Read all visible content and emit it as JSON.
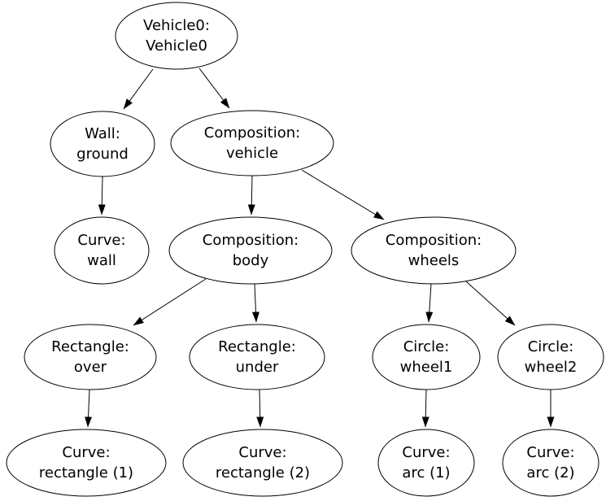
{
  "diagram": {
    "type": "graphviz-tree",
    "background_color": "#ffffff",
    "node_fill_color": "#ffffff",
    "node_stroke_color": "#000000",
    "edge_color": "#000000",
    "text_color": "#000000",
    "nodes": [
      {
        "id": "vehicle0",
        "type": "Vehicle0",
        "name": "Vehicle0",
        "line1": "Vehicle0:",
        "line2": "Vehicle0"
      },
      {
        "id": "wall-ground",
        "type": "Wall",
        "name": "ground",
        "line1": "Wall:",
        "line2": "ground"
      },
      {
        "id": "composition-vehicle",
        "type": "Composition",
        "name": "vehicle",
        "line1": "Composition:",
        "line2": "vehicle"
      },
      {
        "id": "curve-wall",
        "type": "Curve",
        "name": "wall",
        "line1": "Curve:",
        "line2": "wall"
      },
      {
        "id": "composition-body",
        "type": "Composition",
        "name": "body",
        "line1": "Composition:",
        "line2": "body"
      },
      {
        "id": "composition-wheels",
        "type": "Composition",
        "name": "wheels",
        "line1": "Composition:",
        "line2": "wheels"
      },
      {
        "id": "rectangle-over",
        "type": "Rectangle",
        "name": "over",
        "line1": "Rectangle:",
        "line2": "over"
      },
      {
        "id": "rectangle-under",
        "type": "Rectangle",
        "name": "under",
        "line1": "Rectangle:",
        "line2": "under"
      },
      {
        "id": "circle-wheel1",
        "type": "Circle",
        "name": "wheel1",
        "line1": "Circle:",
        "line2": "wheel1"
      },
      {
        "id": "circle-wheel2",
        "type": "Circle",
        "name": "wheel2",
        "line1": "Circle:",
        "line2": "wheel2"
      },
      {
        "id": "curve-rectangle-1",
        "type": "Curve",
        "name": "rectangle (1)",
        "line1": "Curve:",
        "line2": "rectangle (1)"
      },
      {
        "id": "curve-rectangle-2",
        "type": "Curve",
        "name": "rectangle (2)",
        "line1": "Curve:",
        "line2": "rectangle (2)"
      },
      {
        "id": "curve-arc-1",
        "type": "Curve",
        "name": "arc (1)",
        "line1": "Curve:",
        "line2": "arc (1)"
      },
      {
        "id": "curve-arc-2",
        "type": "Curve",
        "name": "arc (2)",
        "line1": "Curve:",
        "line2": "arc (2)"
      }
    ],
    "edges": [
      {
        "from": "vehicle0",
        "to": "wall-ground"
      },
      {
        "from": "vehicle0",
        "to": "composition-vehicle"
      },
      {
        "from": "wall-ground",
        "to": "curve-wall"
      },
      {
        "from": "composition-vehicle",
        "to": "composition-body"
      },
      {
        "from": "composition-vehicle",
        "to": "composition-wheels"
      },
      {
        "from": "composition-body",
        "to": "rectangle-over"
      },
      {
        "from": "composition-body",
        "to": "rectangle-under"
      },
      {
        "from": "composition-wheels",
        "to": "circle-wheel1"
      },
      {
        "from": "composition-wheels",
        "to": "circle-wheel2"
      },
      {
        "from": "rectangle-over",
        "to": "curve-rectangle-1"
      },
      {
        "from": "rectangle-under",
        "to": "curve-rectangle-2"
      },
      {
        "from": "circle-wheel1",
        "to": "curve-arc-1"
      },
      {
        "from": "circle-wheel2",
        "to": "curve-arc-2"
      }
    ]
  }
}
